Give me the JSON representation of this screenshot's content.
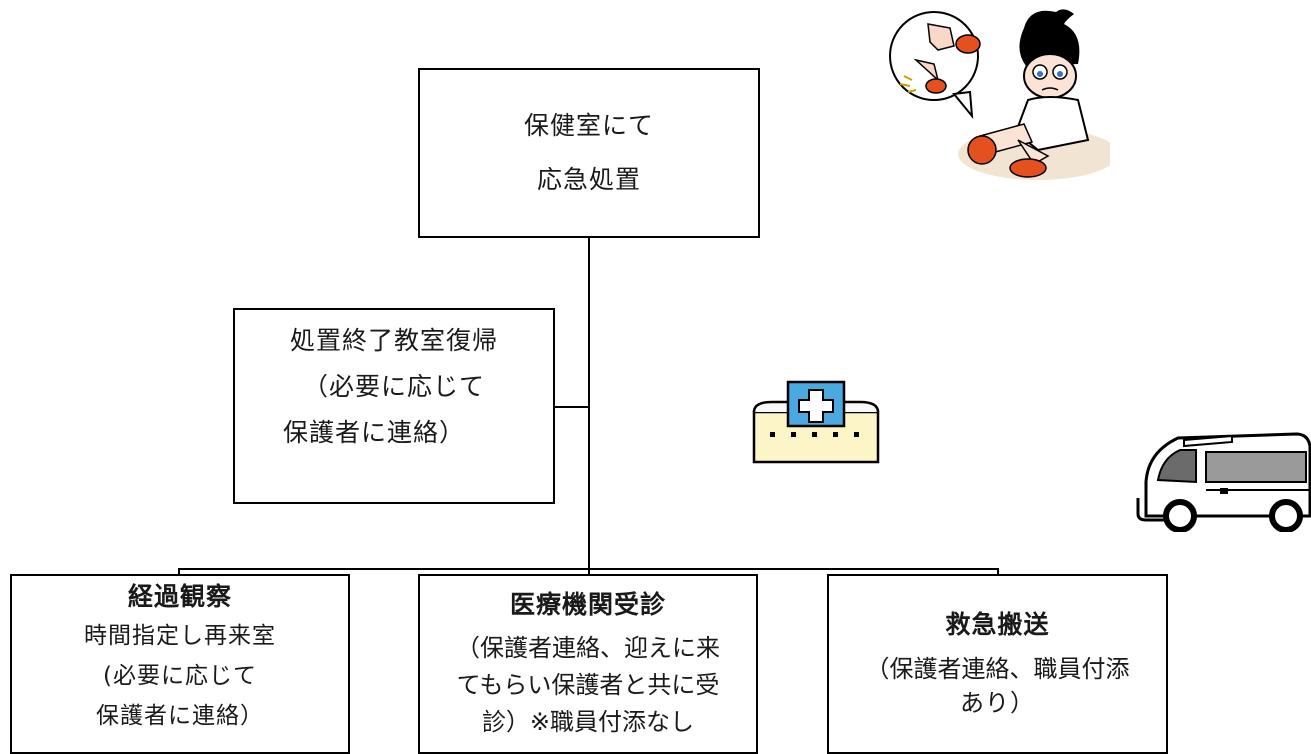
{
  "top_box": {
    "line1": "保健室にて",
    "line2": "応急処置"
  },
  "left_box": {
    "line1": "処置終了教室復帰",
    "line2": "（必要に応じて",
    "line3": "保護者に連絡）"
  },
  "box_observation": {
    "title": "経過観察",
    "line1": "時間指定し再来室",
    "line2": "(必要に応じて",
    "line3": "保護者に連絡）"
  },
  "box_medical": {
    "title": "医療機関受診",
    "line1": "（保護者連絡、迎えに来",
    "line2": "てもらい保護者と共に受",
    "line3": "診）※職員付添なし"
  },
  "box_ambulance": {
    "title": "救急搬送",
    "line1": "（保護者連絡、職員付添",
    "line2": "あり）"
  },
  "illustrations": {
    "hospital": "hospital-icon",
    "ambulance": "ambulance-icon",
    "injured_child": "injured-child-icon"
  }
}
